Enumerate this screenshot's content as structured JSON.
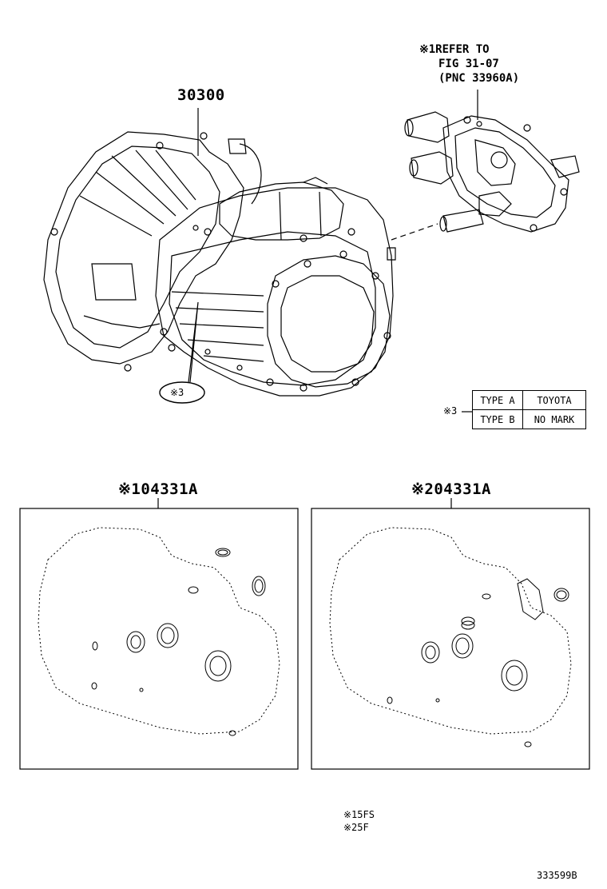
{
  "main_part": {
    "number": "30300",
    "callout": "※3"
  },
  "reference_note": {
    "line1": "※1REFER TO",
    "line2": "FIG 31-07",
    "line3": "(PNC 33960A)"
  },
  "type_table": {
    "marker": "※3",
    "rows": [
      {
        "type": "TYPE A",
        "mark": "TOYOTA"
      },
      {
        "type": "TYPE B",
        "mark": "NO MARK"
      }
    ]
  },
  "gasket_kits": [
    {
      "label": "※104331A"
    },
    {
      "label": "※204331A"
    }
  ],
  "legend": {
    "line1": "※15FS",
    "line2": "※25F"
  },
  "figure_id": "333599B"
}
